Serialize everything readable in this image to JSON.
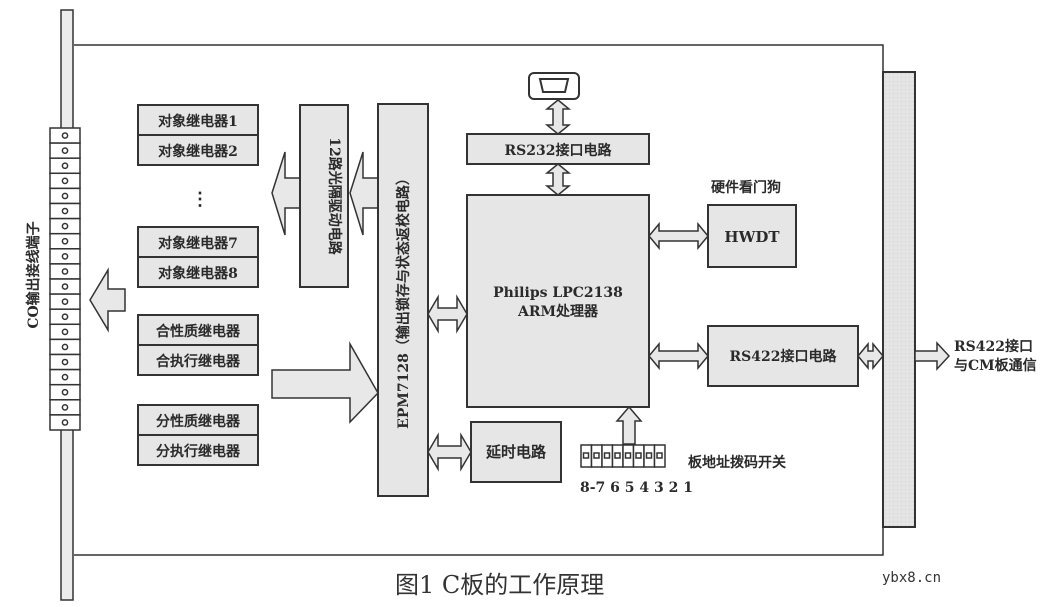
{
  "figure": {
    "caption": "图1   C板的工作原理",
    "watermark": "ybx8.cn"
  },
  "terminal": {
    "label": "CO输出接线端子",
    "cell_count": 20
  },
  "relays": {
    "object_group": [
      "对象继电器1",
      "对象继电器2",
      "对象继电器7",
      "对象继电器8"
    ],
    "ellipsis": "⋮",
    "close_group": [
      "合性质继电器",
      "合执行继电器"
    ],
    "open_group": [
      "分性质继电器",
      "分执行继电器"
    ]
  },
  "blocks": {
    "opto_driver": "12路光隔驱动电路",
    "epm": "EPM7128（输出锁存与状态返校电路）",
    "rs232": "RS232接口电路",
    "cpu_line1": "Philips LPC2138",
    "cpu_line2": "ARM处理器",
    "delay": "延时电路",
    "hwdt_title": "硬件看门狗",
    "hwdt": "HWDT",
    "rs422": "RS422接口电路"
  },
  "dip_switch": {
    "label": "板地址拨码开关",
    "numbers": "8-7 6 5 4 3 2 1",
    "positions": 8
  },
  "external": {
    "rs422_line1": "RS422接口",
    "rs422_line2": "与CM板通信"
  }
}
